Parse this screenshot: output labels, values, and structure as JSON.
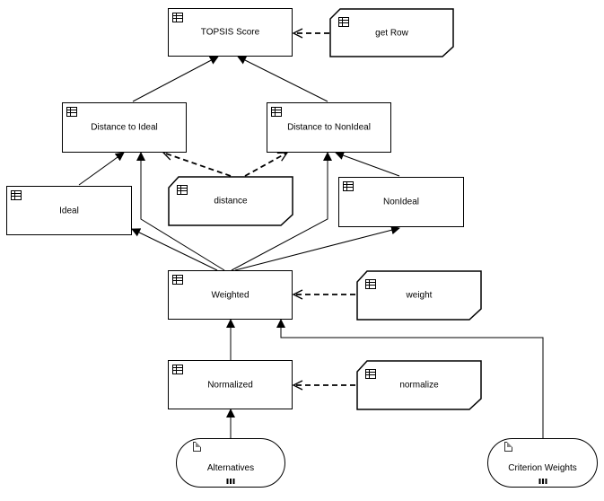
{
  "diagram": {
    "nodes": {
      "topsis_score": {
        "label": "TOPSIS Score",
        "kind": "table"
      },
      "get_row": {
        "label": "get Row",
        "kind": "function"
      },
      "distance_to_ideal": {
        "label": "Distance to Ideal",
        "kind": "table"
      },
      "distance_to_nonideal": {
        "label": "Distance to NonIdeal",
        "kind": "table"
      },
      "distance": {
        "label": "distance",
        "kind": "function"
      },
      "ideal": {
        "label": "Ideal",
        "kind": "table"
      },
      "nonideal": {
        "label": "NonIdeal",
        "kind": "table"
      },
      "weighted": {
        "label": "Weighted",
        "kind": "table"
      },
      "weight": {
        "label": "weight",
        "kind": "function"
      },
      "normalized": {
        "label": "Normalized",
        "kind": "table"
      },
      "normalize": {
        "label": "normalize",
        "kind": "function"
      },
      "alternatives": {
        "label": "Alternatives",
        "kind": "data"
      },
      "criterion_weights": {
        "label": "Criterion Weights",
        "kind": "data"
      }
    },
    "edges": [
      {
        "from": "distance_to_ideal",
        "to": "topsis_score",
        "style": "solid"
      },
      {
        "from": "distance_to_nonideal",
        "to": "topsis_score",
        "style": "solid"
      },
      {
        "from": "get_row",
        "to": "topsis_score",
        "style": "dashed"
      },
      {
        "from": "ideal",
        "to": "distance_to_ideal",
        "style": "solid"
      },
      {
        "from": "weighted",
        "to": "distance_to_ideal",
        "style": "solid"
      },
      {
        "from": "distance",
        "to": "distance_to_ideal",
        "style": "dashed"
      },
      {
        "from": "distance",
        "to": "distance_to_nonideal",
        "style": "dashed"
      },
      {
        "from": "nonideal",
        "to": "distance_to_nonideal",
        "style": "solid"
      },
      {
        "from": "weighted",
        "to": "distance_to_nonideal",
        "style": "solid"
      },
      {
        "from": "weighted",
        "to": "ideal",
        "style": "solid"
      },
      {
        "from": "weighted",
        "to": "nonideal",
        "style": "solid"
      },
      {
        "from": "weight",
        "to": "weighted",
        "style": "dashed"
      },
      {
        "from": "normalized",
        "to": "weighted",
        "style": "solid"
      },
      {
        "from": "criterion_weights",
        "to": "weighted",
        "style": "solid"
      },
      {
        "from": "normalize",
        "to": "normalized",
        "style": "dashed"
      },
      {
        "from": "alternatives",
        "to": "normalized",
        "style": "solid"
      }
    ]
  }
}
